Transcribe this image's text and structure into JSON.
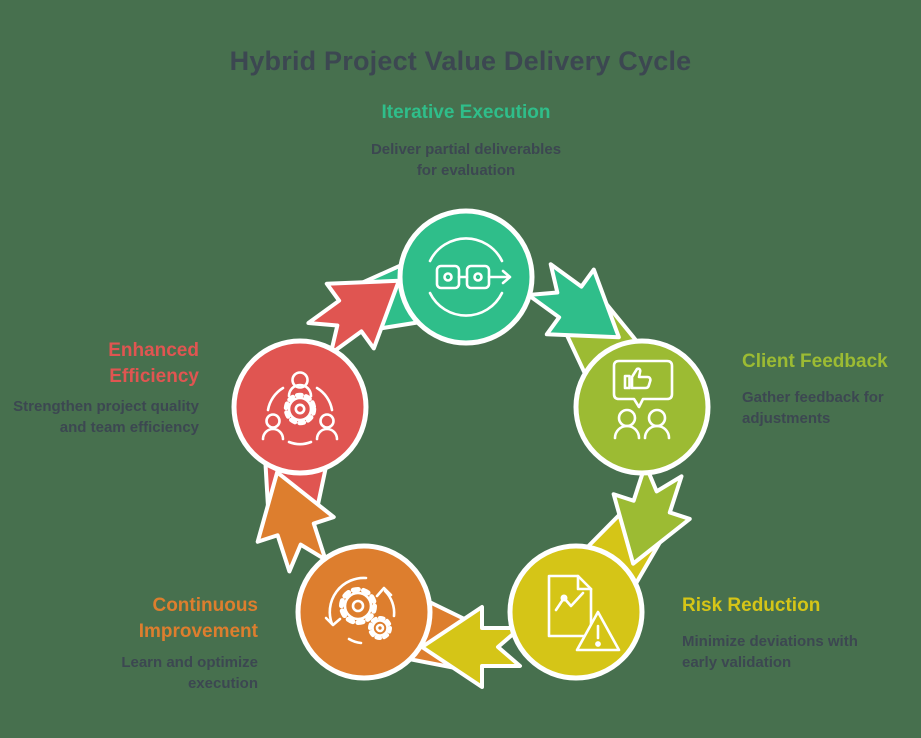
{
  "background_color": "#47704E",
  "title": {
    "text": "Hybrid Project Value Delivery Cycle",
    "color": "#3C4751"
  },
  "text_color": "#3C4751",
  "stages": [
    {
      "name": "iterative-execution",
      "label": "Iterative Execution",
      "description": "Deliver partial deliverables\nfor evaluation",
      "color": "#2FBE8A",
      "icon": "iteration-workflow-arrow-icon"
    },
    {
      "name": "client-feedback",
      "label": "Client Feedback",
      "description": "Gather feedback for\nadjustments",
      "color": "#9CBB33",
      "icon": "feedback-bubble-people-icon"
    },
    {
      "name": "risk-reduction",
      "label": "Risk Reduction",
      "description": "Minimize deviations with\nearly validation",
      "color": "#D5C517",
      "icon": "document-warning-icon"
    },
    {
      "name": "continuous-improvement",
      "label": "Continuous\nImprovement",
      "description": "Learn and optimize\nexecution",
      "color": "#DD7E2E",
      "icon": "gears-cycle-icon"
    },
    {
      "name": "enhanced-efficiency",
      "label": "Enhanced\nEfficiency",
      "description": "Strengthen project quality\nand team efficiency",
      "color": "#E05551",
      "icon": "team-around-gear-icon"
    }
  ]
}
